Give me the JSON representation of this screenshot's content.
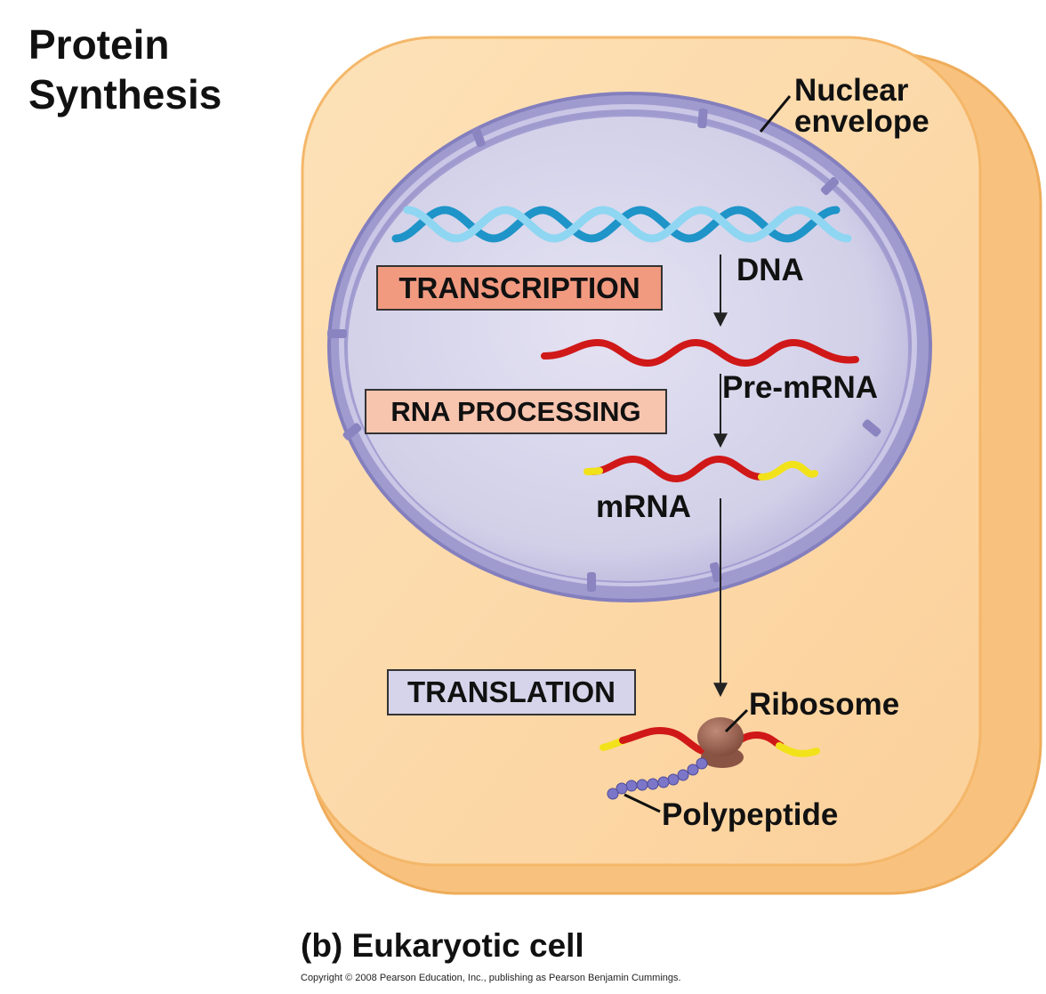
{
  "title": {
    "line1": "Protein",
    "line2": "Synthesis"
  },
  "labels": {
    "nuclear_envelope_line1": "Nuclear",
    "nuclear_envelope_line2": "envelope",
    "dna": "DNA",
    "pre_mrna": "Pre-mRNA",
    "mrna": "mRNA",
    "ribosome": "Ribosome",
    "polypeptide": "Polypeptide"
  },
  "steps": {
    "transcription": "TRANSCRIPTION",
    "rna_processing": "RNA PROCESSING",
    "translation": "TRANSLATION"
  },
  "caption": "(b) Eukaryotic cell",
  "copyright": "Copyright © 2008 Pearson Education, Inc., publishing as Pearson Benjamin Cummings.",
  "colors": {
    "cell_fill": "#fcd9a8",
    "cell_edge": "#f5b96a",
    "nucleus_fill": "#d8d6ea",
    "nucleus_edge": "#8c86c0",
    "dna_light": "#8fd6f2",
    "dna_dark": "#1e94c8",
    "rna_red": "#d01818",
    "rna_yellow": "#f2e21a",
    "ribosome": "#9b6050",
    "polypeptide": "#7b76c8",
    "transcription_box": "#f19a80",
    "rna_processing_box": "#f7c4ae",
    "translation_box": "#d6d4ea"
  }
}
